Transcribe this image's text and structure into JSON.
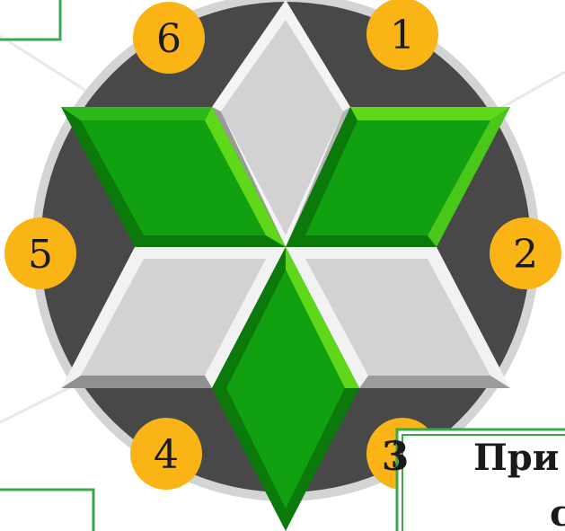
{
  "colors": {
    "green_dark": "#0a7a0a",
    "green_mid": "#10a010",
    "green_light": "#5fd81a",
    "gray_light": "#d8d8d8",
    "gray_mid": "#a6a6a6",
    "gray_dark": "#8a8a8a",
    "ring_dark": "#4a4a4a",
    "ring_light": "#d0d0d0",
    "badge": "#fbb416",
    "frame_green": "#3aa84a"
  },
  "badges": {
    "b1": "1",
    "b2": "2",
    "b3": "3",
    "b4": "4",
    "b5": "5",
    "b6": "6"
  },
  "callout": {
    "number": "3",
    "title_fragment": "При",
    "second_line_fragment": "с"
  }
}
